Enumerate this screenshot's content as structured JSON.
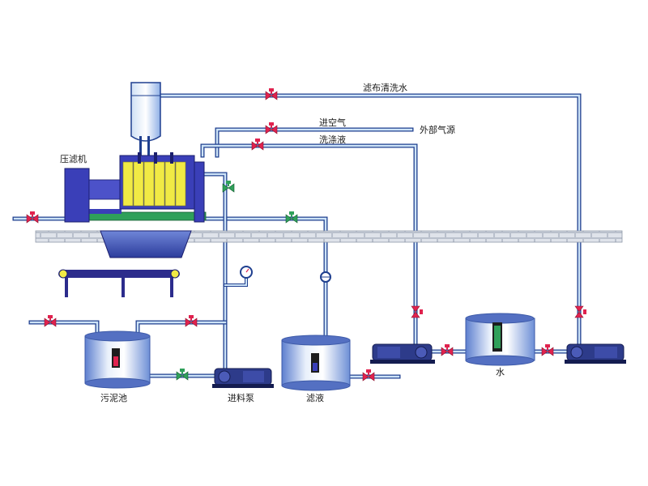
{
  "labels": {
    "filter_cloth_wash_water": "滤布清洗水",
    "inlet_air": "进空气",
    "external_air_source": "外部气源",
    "wash_liquid": "洗涤液",
    "filter_press": "压滤机",
    "sludge_tank": "污泥池",
    "feed_pump": "进料泵",
    "filtrate": "滤液",
    "water": "水"
  },
  "colors": {
    "pipe": "#1f3f8f",
    "pipe_inner": "#cde3f7",
    "valve": "#e0224e",
    "valve_green": "#2fa05a",
    "press_body": "#3a3fb8",
    "plates": "#f1ea45",
    "conveyor": "#2c2c8c",
    "tank_blue": "#6a8fd9",
    "tank_light": "#e8f0fb",
    "wall": "#d9dde4",
    "pump": "#2d3b8a"
  },
  "icons": [
    "valve-icon",
    "pressure-gauge-icon",
    "flow-meter-icon",
    "pump-icon"
  ]
}
